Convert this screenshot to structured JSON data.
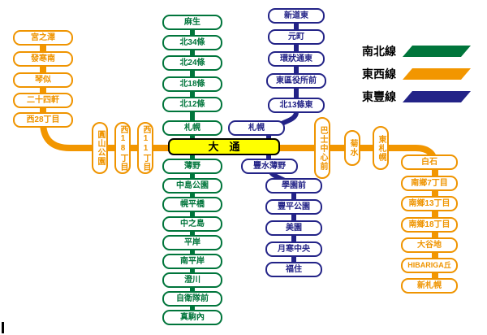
{
  "colors": {
    "namboku": "#00753B",
    "tozai": "#F29600",
    "toho": "#232387",
    "transfer_bg": "#FFFF00"
  },
  "legend": [
    {
      "label": "南北線",
      "color": "#00753B"
    },
    {
      "label": "東西線",
      "color": "#F29600"
    },
    {
      "label": "東豐線",
      "color": "#232387"
    }
  ],
  "namboku": [
    "麻生",
    "北34條",
    "北24條",
    "北18條",
    "北12條",
    "札幌",
    "薄野",
    "中島公園",
    "幌平橋",
    "中之島",
    "平岸",
    "南平岸",
    "澄川",
    "自衛隊前",
    "真駒內"
  ],
  "toho": [
    "新道東",
    "元町",
    "環狀通東",
    "東區役所前",
    "北13條東",
    "札幌",
    "豐水薄野",
    "學園前",
    "豐平公園",
    "美園",
    "月寒中央",
    "福住"
  ],
  "tozai_west": [
    "宮之澤",
    "發寒南",
    "琴似",
    "二十四軒",
    "西28丁目"
  ],
  "tozai_center_west": [
    "圓山公園",
    "西18丁目",
    "西11丁目"
  ],
  "tozai_center_east": [
    "巴士中心前",
    "菊水",
    "東札幌"
  ],
  "tozai_east": [
    "白石",
    "南鄉7丁目",
    "南鄉13丁目",
    "南鄉18丁目",
    "大谷地",
    "HIBARIGA丘",
    "新札幌"
  ],
  "odori": "大　通"
}
